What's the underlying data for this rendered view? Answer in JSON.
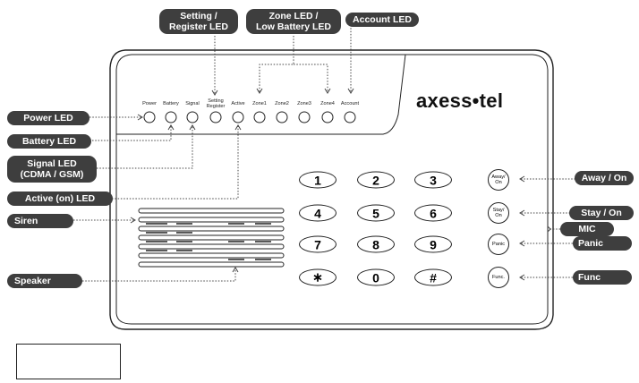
{
  "brand": "axess•tel",
  "callouts": {
    "setting_register_led": "Setting /\nRegister LED",
    "zone_low_battery_led": "Zone LED /\nLow Battery LED",
    "account_led": "Account LED",
    "power_led": "Power LED",
    "battery_led": "Battery LED",
    "signal_led": "Signal LED\n(CDMA / GSM)",
    "active_led": "Active (on) LED",
    "siren": "Siren",
    "speaker": "Speaker",
    "away_on": "Away / On",
    "stay_on": "Stay / On",
    "mic": "MIC",
    "panic": "Panic",
    "func": "Func"
  },
  "led_labels": [
    "Power",
    "Battery",
    "Signal",
    "Setting\nRegister",
    "Active",
    "Zone1",
    "Zone2",
    "Zone3",
    "Zone4",
    "Account"
  ],
  "keypad": [
    "1",
    "2",
    "3",
    "4",
    "5",
    "6",
    "7",
    "8",
    "9",
    "∗",
    "0",
    "#"
  ],
  "function_keys": [
    "Away/\nOn",
    "Stay/\nOn",
    "Panic",
    "Func."
  ]
}
